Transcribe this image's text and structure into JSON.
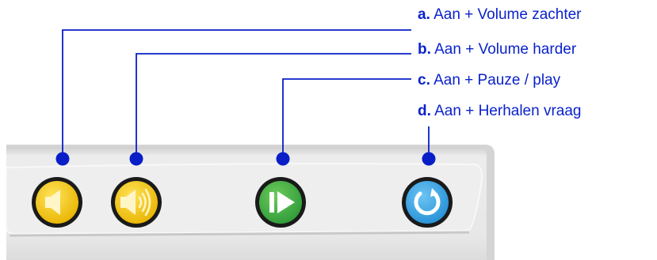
{
  "callouts": [
    {
      "letter": "a.",
      "text": "Aan + Volume zachter"
    },
    {
      "letter": "b.",
      "text": "Aan + Volume harder"
    },
    {
      "letter": "c.",
      "text": "Aan + Pauze / play"
    },
    {
      "letter": "d.",
      "text": "Aan + Herhalen vraag"
    }
  ],
  "colors": {
    "callout_line": "#0a1ec8",
    "label_text": "#0a22cc",
    "button_yellow": "#f2c400",
    "button_green": "#3cb04a",
    "button_blue": "#3aa6e6",
    "panel": "#e4e4e4"
  },
  "buttons": [
    {
      "name": "volume-down",
      "icon": "speaker-low-icon",
      "color": "yellow"
    },
    {
      "name": "volume-up",
      "icon": "speaker-high-icon",
      "color": "yellow"
    },
    {
      "name": "pause-play",
      "icon": "pause-play-icon",
      "color": "green"
    },
    {
      "name": "repeat-question",
      "icon": "repeat-icon",
      "color": "blue"
    }
  ]
}
